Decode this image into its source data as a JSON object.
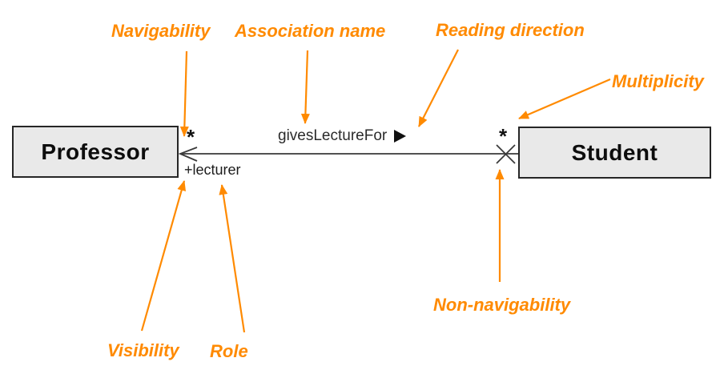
{
  "colors": {
    "annotation_orange": "#FF8A00",
    "diagram_line": "#3a3a3a",
    "class_fill": "#e9e9e9",
    "class_border": "#262626"
  },
  "annotations": {
    "navigability": {
      "label": "Navigability"
    },
    "association_name": {
      "label": "Association name"
    },
    "reading_direction": {
      "label": "Reading direction"
    },
    "multiplicity": {
      "label": "Multiplicity"
    },
    "non_navigability": {
      "label": "Non-navigability"
    },
    "visibility": {
      "label": "Visibility"
    },
    "role": {
      "label": "Role"
    }
  },
  "diagram": {
    "classes": [
      {
        "name": "Professor"
      },
      {
        "name": "Student"
      }
    ],
    "association": {
      "name": "givesLectureFor",
      "reading_direction_symbol": "filled-right-triangle",
      "ends": {
        "professor": {
          "multiplicity": "*",
          "role": "+lecturer",
          "navigable": "open-arrow"
        },
        "student": {
          "multiplicity": "*",
          "navigable": "cross"
        }
      }
    }
  }
}
